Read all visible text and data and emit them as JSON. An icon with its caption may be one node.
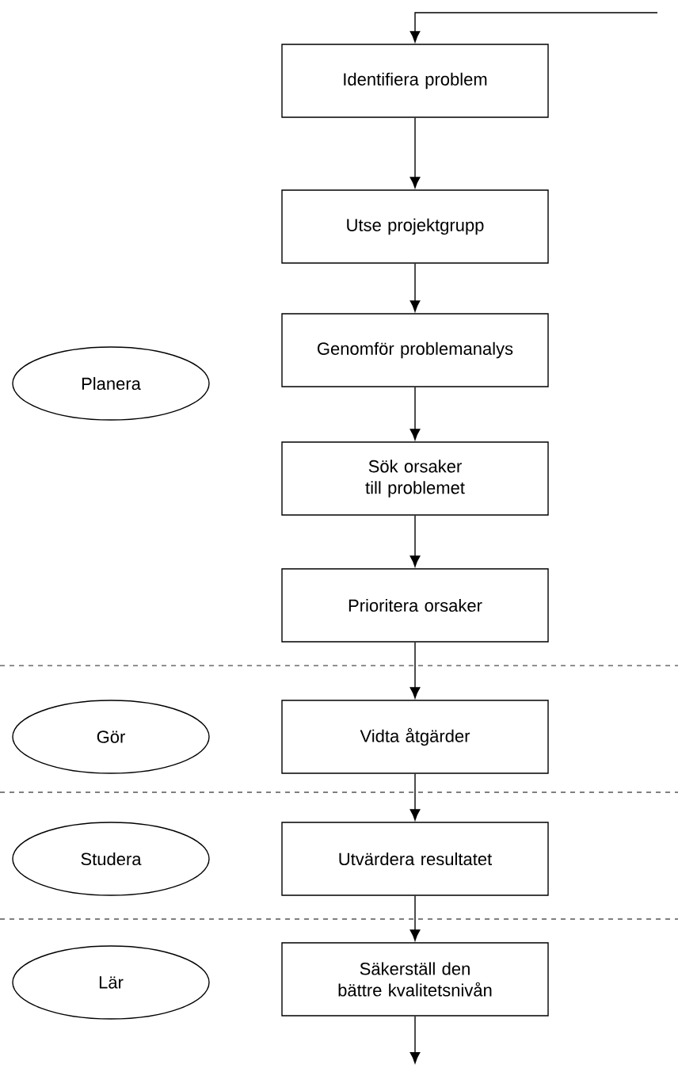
{
  "diagram": {
    "nodes": [
      {
        "text": [
          "Identifiera problem"
        ]
      },
      {
        "text": [
          "Utse projektgrupp"
        ]
      },
      {
        "text": [
          "Planera"
        ]
      },
      {
        "text": [
          "Genomför problemanalys"
        ]
      },
      {
        "text": [
          "Sök orsaker till problemet"
        ]
      },
      {
        "text": [
          "Prioritera orsaker"
        ]
      },
      {
        "text": [
          "Gör"
        ]
      },
      {
        "text": [
          "Vidta åtgärder"
        ]
      },
      {
        "text": [
          "Studera"
        ]
      },
      {
        "text": [
          "Utvärdera resultatet"
        ]
      },
      {
        "text": [
          "Lär"
        ]
      },
      {
        "text": [
          "Säkerställ den bättre kvalitetsnivån"
        ]
      }
    ],
    "edges": [
      {
        "from": null,
        "to": 0,
        "arrow": "to"
      },
      {
        "from": 0,
        "to": 1,
        "arrow": "to"
      },
      {
        "from": 1,
        "to": 3,
        "arrow": "to"
      },
      {
        "from": 3,
        "to": 4,
        "arrow": "to"
      },
      {
        "from": 4,
        "to": 5,
        "arrow": "to"
      },
      {
        "from": 5,
        "to": 7,
        "arrow": "to"
      },
      {
        "from": 7,
        "to": 9,
        "arrow": "to"
      },
      {
        "from": 9,
        "to": 11,
        "arrow": "to"
      },
      {
        "from": 11,
        "to": null,
        "arrow": "to"
      }
    ]
  }
}
